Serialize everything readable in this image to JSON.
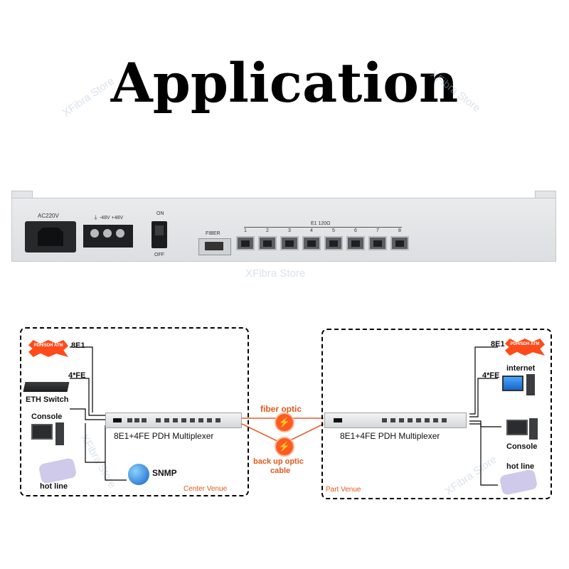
{
  "title": "Application",
  "watermark": "XFibra Store",
  "device": {
    "power_label": "AC220V",
    "dc_label": "⏚ -48V +48V",
    "on_label": "ON",
    "off_label": "OFF",
    "fiber_label": "FIBER",
    "e1_label": "E1  120Ω",
    "ports": [
      "1",
      "2",
      "3",
      "4",
      "5",
      "6",
      "7",
      "8"
    ]
  },
  "diagram": {
    "left": {
      "e1_label": "8E1",
      "fe_label": "4*FE",
      "eth_label": "ETH Switch",
      "console_label": "Console",
      "hotline_label": "hot line",
      "snmp_label": "SNMP",
      "device_label": "8E1+4FE PDH Multiplexer",
      "venue_label": "Center Venue",
      "burst_text": "PDH/SDH ATM"
    },
    "middle": {
      "fiber_label": "fiber optic",
      "backup_label_1": "back up optic",
      "backup_label_2": "cable"
    },
    "right": {
      "e1_label": "8E1",
      "fe_label": "4*FE",
      "internet_label": "internet",
      "console_label": "Console",
      "hotline_label": "hot line",
      "device_label": "8E1+4FE PDH Multiplexer",
      "venue_label": "Part Venue",
      "burst_text": "PDH/SDH ATM"
    }
  },
  "colors": {
    "accent": "#e2581c",
    "burst": "#ff4a1a",
    "device": "#e3e5e7"
  }
}
